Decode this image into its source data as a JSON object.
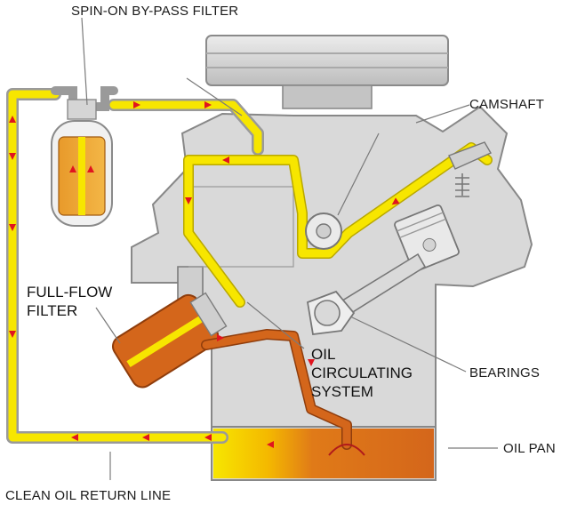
{
  "labels": {
    "bypass_filter": "SPIN-ON BY-PASS FILTER",
    "camshaft": "CAMSHAFT",
    "full_flow_filter_line1": "FULL-FLOW",
    "full_flow_filter_line2": "FILTER",
    "oil_circ_line1": "OIL",
    "oil_circ_line2": "CIRCULATING",
    "oil_circ_line3": "SYSTEM",
    "bearings": "BEARINGS",
    "oil_pan": "OIL PAN",
    "return_line": "CLEAN OIL RETURN LINE"
  },
  "colors": {
    "clean_oil": "#f7e600",
    "dirty_oil": "#d4661b",
    "flow_arrow": "#e0141e",
    "engine_body": "#d9d9d9"
  }
}
